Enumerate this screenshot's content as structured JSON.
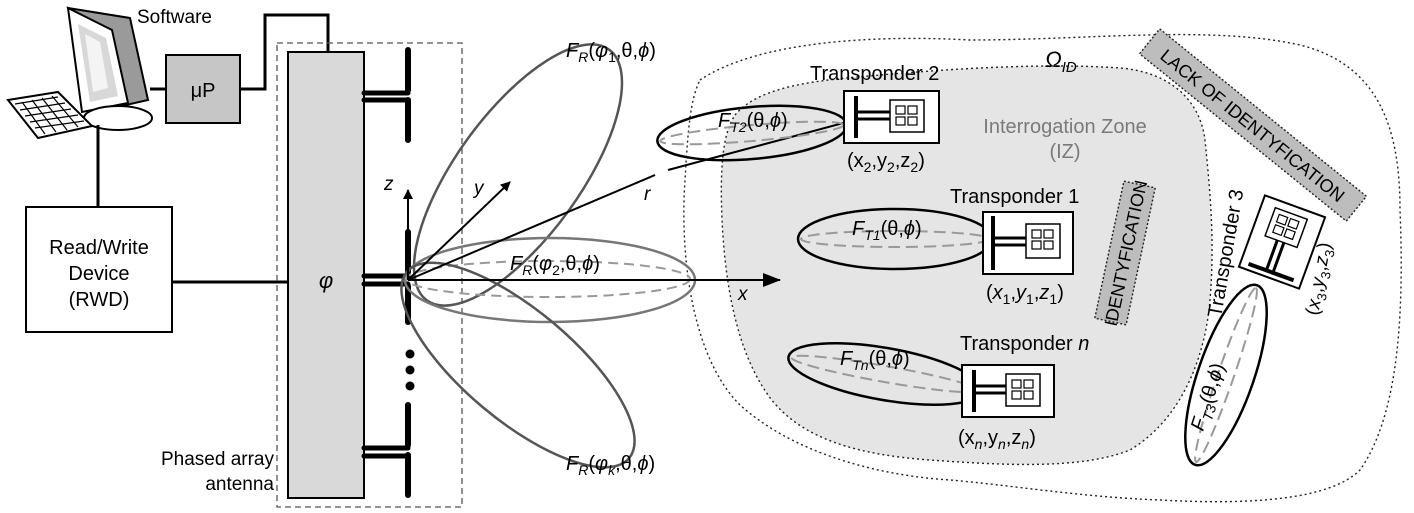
{
  "software": "Software",
  "microprocessor": "μP",
  "rwd": [
    "Read/Write",
    "Device",
    "(RWD)"
  ],
  "phase": "φ",
  "phased_array": [
    "Phased array",
    "antenna"
  ],
  "axes": {
    "x": "x",
    "y": "y",
    "z": "z",
    "r": "r"
  },
  "beams": {
    "b1": "F_R(φ_1,θ,ϕ)",
    "b2": "F_R(φ_2,θ,ϕ)",
    "bk": "F_R(φ_k,θ,ϕ)"
  },
  "omega": "Ω_ID",
  "interrogation_zone": [
    "Interrogation Zone",
    "(IZ)"
  ],
  "identification": "IDENTYFICATION",
  "lack_identification": "LACK OF IDENTYFICATION",
  "transponders": [
    {
      "title": "Transponder 2",
      "pattern": "F_T2(θ,ϕ)",
      "coords": "(x_2,y_2,z_2)"
    },
    {
      "title": "Transponder 1",
      "pattern": "F_T1(θ,ϕ)",
      "coords": "(x_1,y_1,z_1)"
    },
    {
      "title": "Transponder n",
      "pattern": "F_Tn(θ,ϕ)",
      "coords": "(x_n,y_n,z_n)"
    },
    {
      "title": "Transponder 3",
      "pattern": "F_T3(θ,ϕ)",
      "coords": "(x_3,y_3,z_3)"
    }
  ]
}
